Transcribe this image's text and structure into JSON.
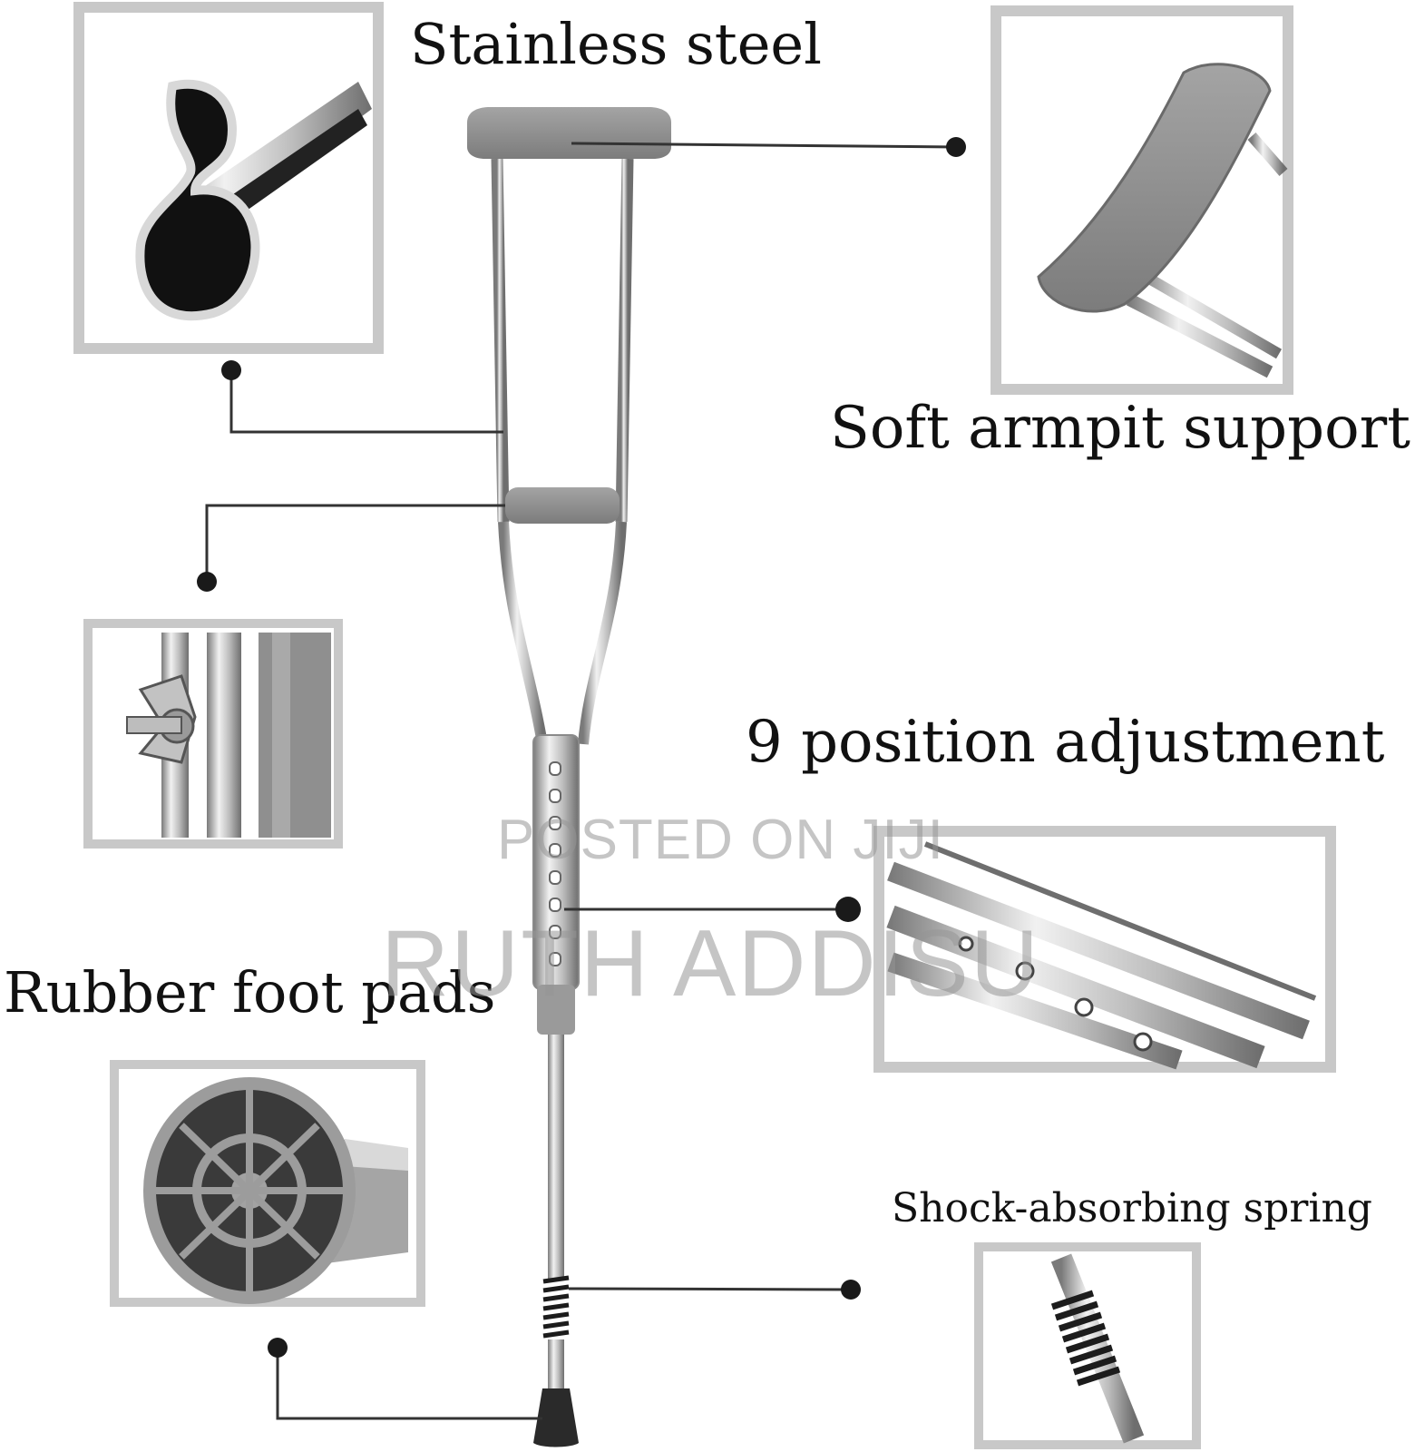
{
  "labels": {
    "stainless_steel": "Stainless steel",
    "armpit_support": "Soft armpit support",
    "position_adjustment": "9 position adjustment",
    "rubber_foot_pads": "Rubber foot pads",
    "shock_spring": "Shock-absorbing spring"
  },
  "watermark": {
    "line1": "POSTED ON JIJI",
    "line2": "RUTH ADDISU"
  },
  "colors": {
    "frame_border": "#c8c8c8",
    "steel": "#b9b9b9",
    "pad_gray": "#8e8e8e",
    "callout_line": "#333333"
  },
  "icons": [
    "tube-cross-section",
    "armpit-pad",
    "wing-nut",
    "adjustment-holes",
    "rubber-foot-tip",
    "spring"
  ]
}
